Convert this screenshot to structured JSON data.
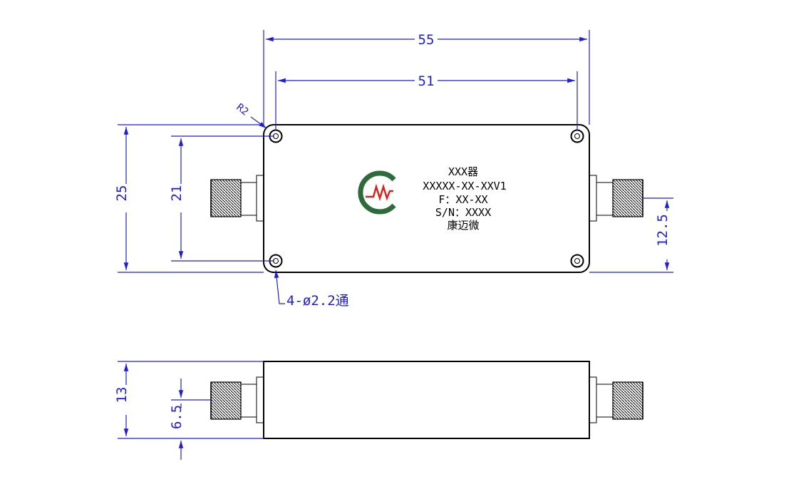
{
  "dimensions": {
    "overall_length": "55",
    "hole_spacing_length": "51",
    "overall_width": "25",
    "hole_spacing_width": "21",
    "connector_offset_top": "12.5",
    "height": "13",
    "connector_offset_side": "6.5",
    "corner_radius": "R2",
    "holes": "4-ø2.2通"
  },
  "label": {
    "line1": "XXX器",
    "line2": "XXXXX-XX-XXV1",
    "line3": "F：XX-XX",
    "line4": "S/N：XXXX",
    "line5": "康迈微"
  },
  "colors": {
    "dimension": "#1f1fd6",
    "outline": "#000000",
    "logo_green": "#2e6b3a",
    "logo_red": "#d9231b"
  },
  "icons": [
    "company-logo-icon",
    "sma-connector-icon"
  ]
}
